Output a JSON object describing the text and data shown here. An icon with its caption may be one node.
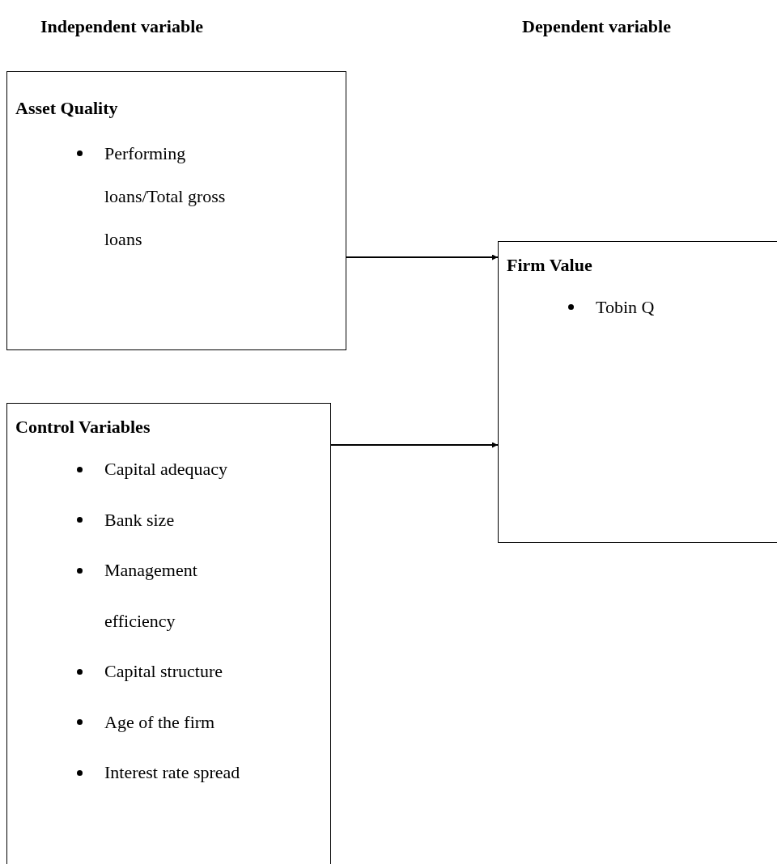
{
  "diagram": {
    "nodes": [
      {
        "text": [
          "Asset Quality",
          "Performing loans/Total gross loans"
        ]
      },
      {
        "text": [
          "Firm Value",
          "Tobin Q"
        ]
      },
      {
        "text": [
          "Control Variables",
          "Capital adequacy",
          "Bank size",
          "Management efficiency",
          "Capital structure",
          "Age of the firm",
          "Interest rate spread"
        ]
      }
    ],
    "edges": [
      {
        "from": 0,
        "to": 1,
        "arrow": "to"
      },
      {
        "from": 2,
        "to": 1,
        "arrow": "to"
      }
    ],
    "labels": [
      "Independent variable",
      "Dependent variable"
    ]
  }
}
